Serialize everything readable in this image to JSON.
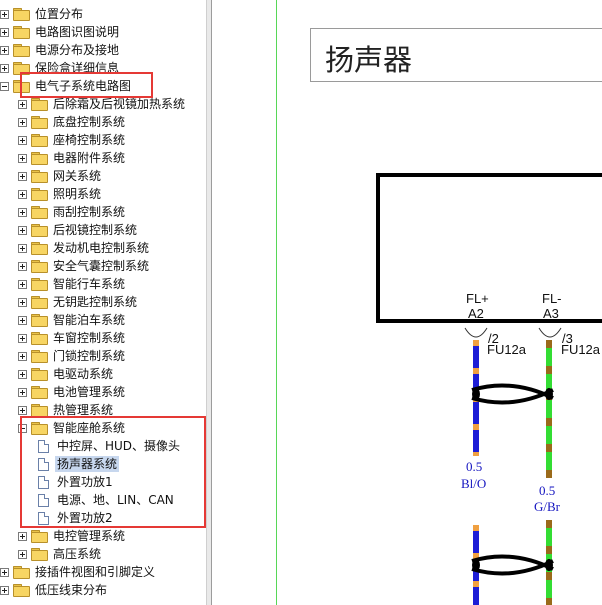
{
  "tree": {
    "items": [
      {
        "label": "位置分布",
        "level": 1,
        "type": "folder",
        "toggle": "plus"
      },
      {
        "label": "电路图识图说明",
        "level": 1,
        "type": "folder",
        "toggle": "plus"
      },
      {
        "label": "电源分布及接地",
        "level": 1,
        "type": "folder",
        "toggle": "plus"
      },
      {
        "label": "保险盒详细信息",
        "level": 1,
        "type": "folder",
        "toggle": "plus"
      },
      {
        "label": "电气子系统电路图",
        "level": 1,
        "type": "folder",
        "toggle": "minus"
      },
      {
        "label": "后除霜及后视镜加热系统",
        "level": 2,
        "type": "folder",
        "toggle": "plus"
      },
      {
        "label": "底盘控制系统",
        "level": 2,
        "type": "folder",
        "toggle": "plus"
      },
      {
        "label": "座椅控制系统",
        "level": 2,
        "type": "folder",
        "toggle": "plus"
      },
      {
        "label": "电器附件系统",
        "level": 2,
        "type": "folder",
        "toggle": "plus"
      },
      {
        "label": "网关系统",
        "level": 2,
        "type": "folder",
        "toggle": "plus"
      },
      {
        "label": "照明系统",
        "level": 2,
        "type": "folder",
        "toggle": "plus"
      },
      {
        "label": "雨刮控制系统",
        "level": 2,
        "type": "folder",
        "toggle": "plus"
      },
      {
        "label": "后视镜控制系统",
        "level": 2,
        "type": "folder",
        "toggle": "plus"
      },
      {
        "label": "发动机电控制系统",
        "level": 2,
        "type": "folder",
        "toggle": "plus"
      },
      {
        "label": "安全气囊控制系统",
        "level": 2,
        "type": "folder",
        "toggle": "plus"
      },
      {
        "label": "智能行车系统",
        "level": 2,
        "type": "folder",
        "toggle": "plus"
      },
      {
        "label": "无钥匙控制系统",
        "level": 2,
        "type": "folder",
        "toggle": "plus"
      },
      {
        "label": "智能泊车系统",
        "level": 2,
        "type": "folder",
        "toggle": "plus"
      },
      {
        "label": "车窗控制系统",
        "level": 2,
        "type": "folder",
        "toggle": "plus"
      },
      {
        "label": "门锁控制系统",
        "level": 2,
        "type": "folder",
        "toggle": "plus"
      },
      {
        "label": "电驱动系统",
        "level": 2,
        "type": "folder",
        "toggle": "plus"
      },
      {
        "label": "电池管理系统",
        "level": 2,
        "type": "folder",
        "toggle": "plus"
      },
      {
        "label": "热管理系统",
        "level": 2,
        "type": "folder",
        "toggle": "plus"
      },
      {
        "label": "智能座舱系统",
        "level": 2,
        "type": "folder",
        "toggle": "minus"
      },
      {
        "label": "中控屏、HUD、摄像头",
        "level": 3,
        "type": "doc"
      },
      {
        "label": "扬声器系统",
        "level": 3,
        "type": "doc",
        "selected": true
      },
      {
        "label": "外置功放1",
        "level": 3,
        "type": "doc"
      },
      {
        "label": "电源、地、LIN、CAN",
        "level": 3,
        "type": "doc"
      },
      {
        "label": "外置功放2",
        "level": 3,
        "type": "doc"
      },
      {
        "label": "电控管理系统",
        "level": 2,
        "type": "folder",
        "toggle": "plus"
      },
      {
        "label": "高压系统",
        "level": 2,
        "type": "folder",
        "toggle": "plus"
      },
      {
        "label": "接插件视图和引脚定义",
        "level": 1,
        "type": "folder",
        "toggle": "plus"
      },
      {
        "label": "低压线束分布",
        "level": 1,
        "type": "folder",
        "toggle": "plus"
      }
    ]
  },
  "document": {
    "title": "扬声器"
  },
  "diagram": {
    "left_pin": {
      "name": "FL+",
      "pin": "A2",
      "wire_num": "/2",
      "fuse": "FU12a",
      "gauge": "0.5",
      "color": "Bl/O"
    },
    "right_pin": {
      "name": "FL-",
      "pin": "A3",
      "wire_num": "/3",
      "fuse": "FU12a",
      "gauge": "0.5",
      "color": "G/Br"
    }
  },
  "colors": {
    "highlight_box": "#e53935",
    "selected_bg": "#c7d7ee",
    "wire_blue": "#1d1dd6",
    "wire_orange": "#f0a040",
    "wire_green": "#33dd33",
    "wire_brown": "#9a6a1a"
  }
}
